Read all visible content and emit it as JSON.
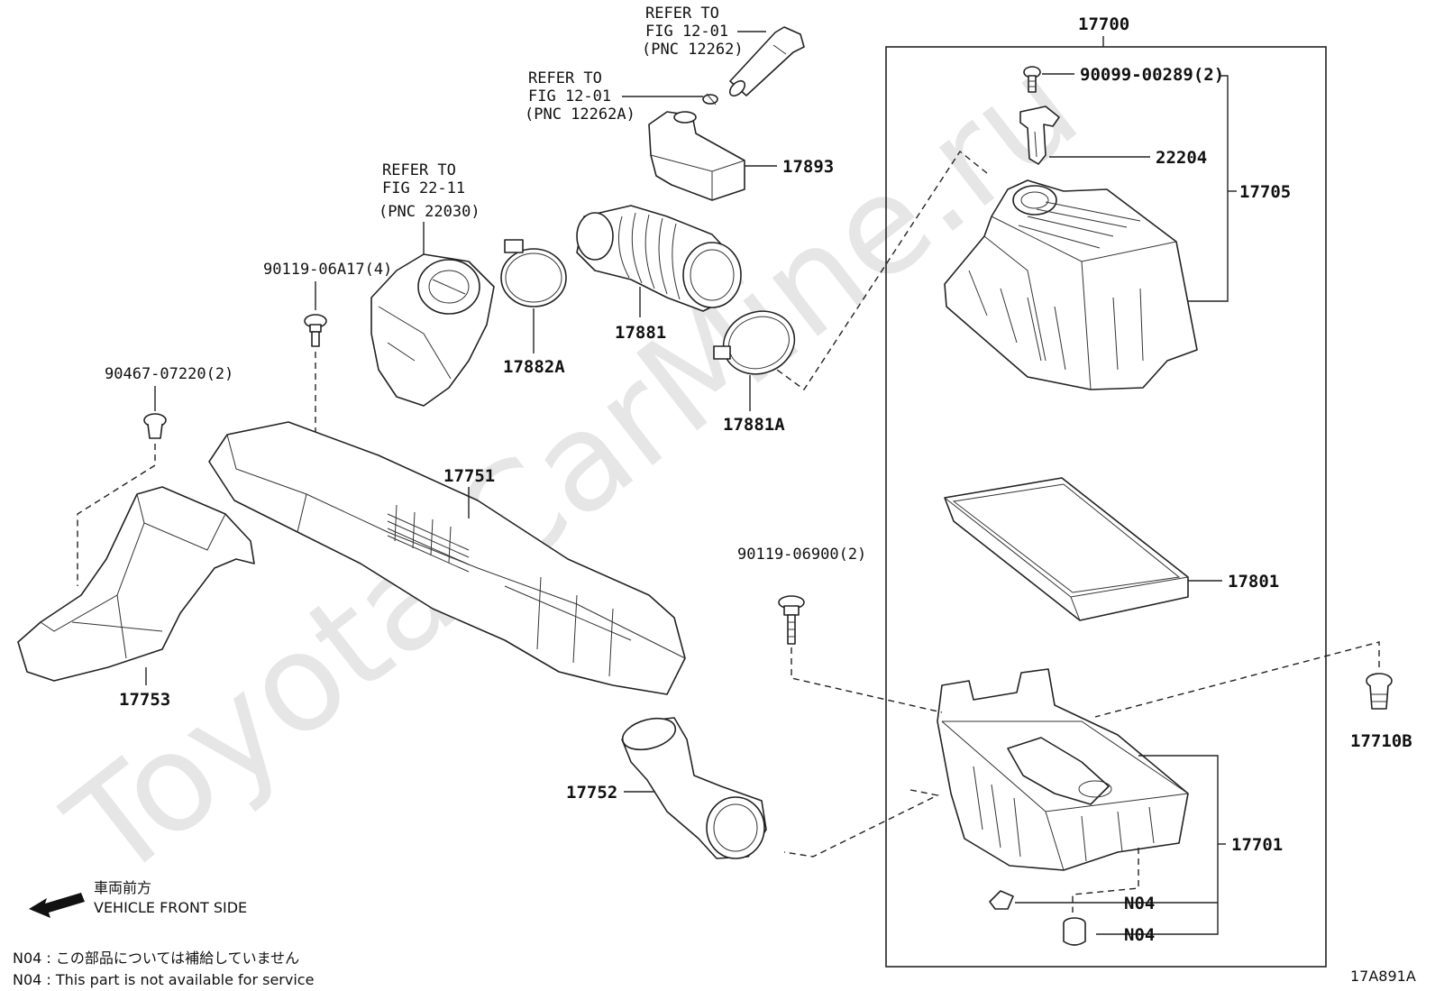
{
  "watermark": "Toyota-CarMine.ru",
  "assembly_label": "17700",
  "labels": {
    "p17700": "17700",
    "p90099": "90099-00289(2)",
    "p22204": "22204",
    "p17705": "17705",
    "p17893": "17893",
    "p17881": "17881",
    "p17882A": "17882A",
    "p17881A": "17881A",
    "p90119a": "90119-06A17(4)",
    "p90467": "90467-07220(2)",
    "p17751": "17751",
    "p17753": "17753",
    "p17752": "17752",
    "p90119b": "90119-06900(2)",
    "p17801": "17801",
    "p17701": "17701",
    "p17710B": "17710B",
    "n04a": "N04",
    "n04b": "N04"
  },
  "refs": {
    "r1": [
      "REFER TO",
      "FIG 12-01",
      "(PNC 12262)"
    ],
    "r2": [
      "REFER TO",
      "FIG 12-01",
      "(PNC 12262A)"
    ],
    "r3": [
      "REFER TO",
      "FIG 22-11",
      "(PNC 22030)"
    ]
  },
  "direction": {
    "jp": "車両前方",
    "en": "VEHICLE FRONT SIDE"
  },
  "notes": {
    "jp": "N04 : この部品については補給していません",
    "en": "N04 : This part is not available for service"
  },
  "figure_code": "17A891A"
}
